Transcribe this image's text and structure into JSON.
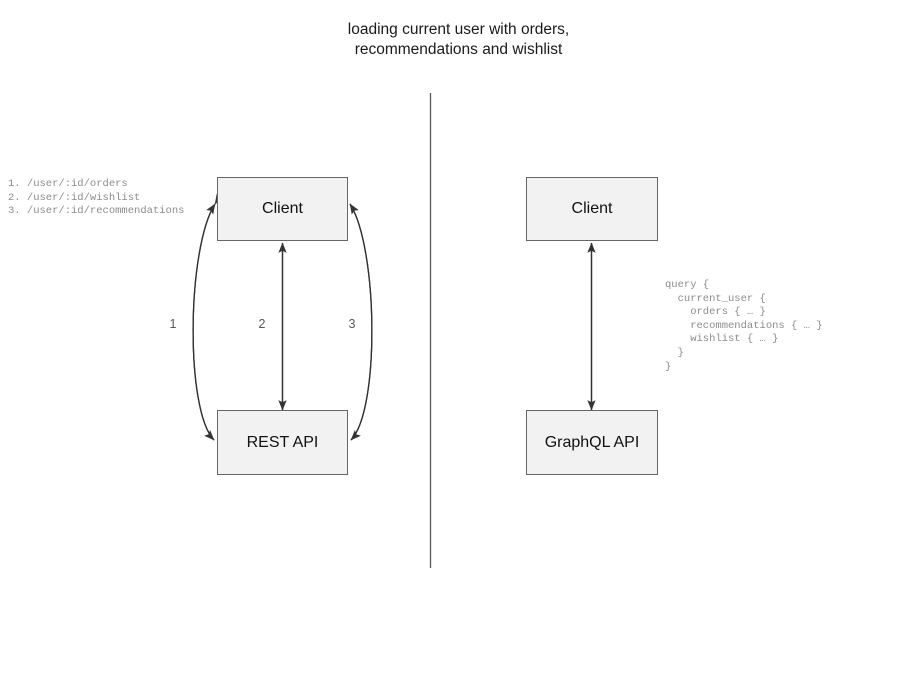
{
  "title": "loading current user with orders,\nrecommendations and wishlist",
  "divider": {
    "name": "vertical-divider",
    "color": "#595959"
  },
  "left_panel": {
    "name": "rest-approach",
    "client_box_label": "Client",
    "api_box_label": "REST API",
    "edge_labels": [
      "1",
      "2",
      "3"
    ],
    "endpoints_note": "1. /user/:id/orders\n2. /user/:id/wishlist\n3. /user/:id/recommendations"
  },
  "right_panel": {
    "name": "graphql-approach",
    "client_box_label": "Client",
    "api_box_label": "GraphQL API",
    "query_note": "query {\n  current_user {\n    orders { … }\n    recommendations { … }\n    wishlist { … }\n  }\n}"
  },
  "colors": {
    "box_fill": "#f2f2f2",
    "box_stroke": "#666666",
    "edge_stroke": "#333333",
    "note_text": "#8c8c8c",
    "label_text": "#595959"
  }
}
